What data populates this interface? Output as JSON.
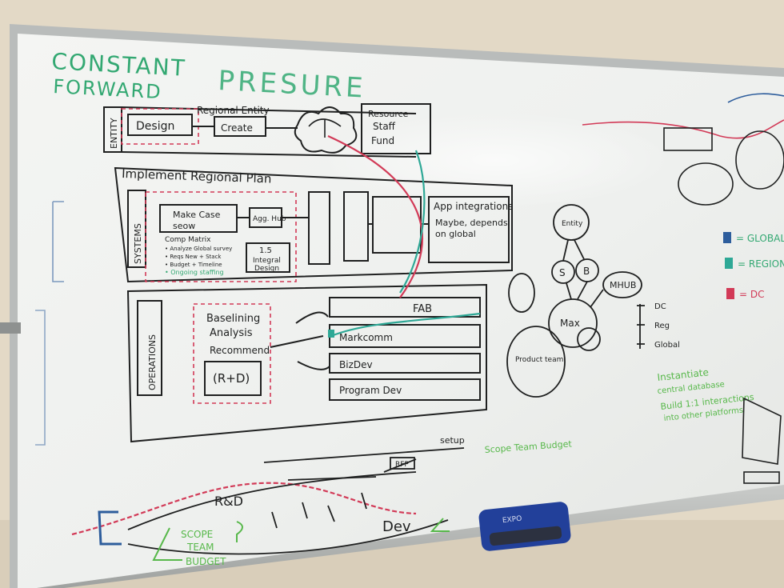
{
  "header": {
    "title_line1": "CONSTANT",
    "title_line2": "FORWARD",
    "title_word2": "PRESURE"
  },
  "entity_row": {
    "side_label": "ENTITY",
    "design": "Design",
    "regional_entity": "Regional Entity",
    "create": "Create",
    "resource": "Resource",
    "staff": "Staff",
    "fund": "Fund"
  },
  "implement": {
    "title": "Implement Regional Plan",
    "systems_label": "SYSTEMS",
    "make_case_line1": "Make Case",
    "make_case_line2": "seow",
    "agg_hub": "Agg. Hub",
    "step_1_5": "1.5",
    "integral_design_line1": "Integral",
    "integral_design_line2": "Design",
    "comp_matrix": "Comp Matrix",
    "analyze_survey": "• Analyze Global survey",
    "reqs": "• Reqs New + Stack",
    "budget": "• Budget + Timeline",
    "ongoing_staffing": "• Ongoing staffing",
    "app_integrations": "App integrations",
    "maybe_line1": "Maybe, depends",
    "maybe_line2": "on global"
  },
  "operations": {
    "label": "OPERATIONS",
    "baselining": "Baselining",
    "analysis": "Analysis",
    "recommend": "Recommend",
    "rd": "(R+D)",
    "fab": "FAB",
    "markcomm": "Markcomm",
    "bizdev": "BizDev",
    "program_dev": "Program Dev"
  },
  "bottom": {
    "setup": "setup",
    "rfp": "RFP",
    "scope_team_budget": "Scope Team Budget",
    "rd": "R&D",
    "dev": "Dev",
    "scope1": "SCOPE",
    "team1": "TEAM",
    "budget1": "BUDGET"
  },
  "right_diagram": {
    "entity": "Entity",
    "s": "S",
    "b": "B",
    "mhub": "MHUB",
    "max": "Max",
    "product_team": "Product team",
    "dc": "DC",
    "reg": "Reg",
    "global": "Global",
    "legend_global": "= GLOBAL",
    "legend_regional": "= REGIONAL",
    "legend_dc": "= DC",
    "instantiate_line1": "Instantiate",
    "instantiate_line2": "central database",
    "build_line1": "Build 1:1 interactions",
    "build_line2": "into other platforms"
  },
  "marker_brand": "EXPO",
  "colors": {
    "wall": "#e3d9c6",
    "board": "#f2f3f1",
    "black_marker": "#1f2020",
    "green_marker": "#33a872",
    "blue_marker": "#2d5d9c",
    "red_marker": "#d23a57",
    "light_green_marker": "#57b84a"
  }
}
